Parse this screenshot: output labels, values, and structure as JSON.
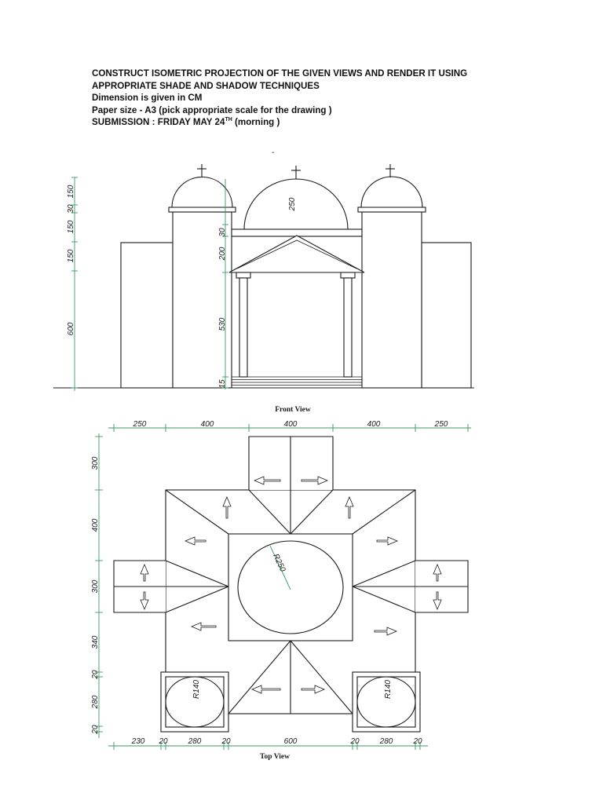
{
  "instructions": {
    "line1": "CONSTRUCT ISOMETRIC PROJECTION OF THE  GIVEN VIEWS AND RENDER IT USING",
    "line2": "APPROPRIATE SHADE AND SHADOW TECHNIQUES",
    "line3": "Dimension is given in CM",
    "line4": "Paper size - A3  (pick appropriate scale for the drawing )",
    "line5_pre": "SUBMISSION : FRIDAY MAY 24",
    "line5_sup": "TH",
    "line5_post": " (morning )"
  },
  "front_view": {
    "caption": "Front View",
    "dims_left": [
      "150",
      "30",
      "150",
      "150",
      "600"
    ],
    "dims_inner": [
      "250",
      "30",
      "200",
      "530",
      "15"
    ]
  },
  "top_view": {
    "caption": "Top View",
    "dims_top": [
      "250",
      "400",
      "400",
      "400",
      "250"
    ],
    "dims_left": [
      "300",
      "400",
      "300",
      "340",
      "20",
      "280",
      "20"
    ],
    "dims_bottom": [
      "230",
      "20",
      "280",
      "20",
      "600",
      "20",
      "280",
      "20"
    ],
    "radius_center": "R250",
    "radius_corner_left": "R140",
    "radius_corner_right": "R140"
  },
  "stray_mark": "-"
}
